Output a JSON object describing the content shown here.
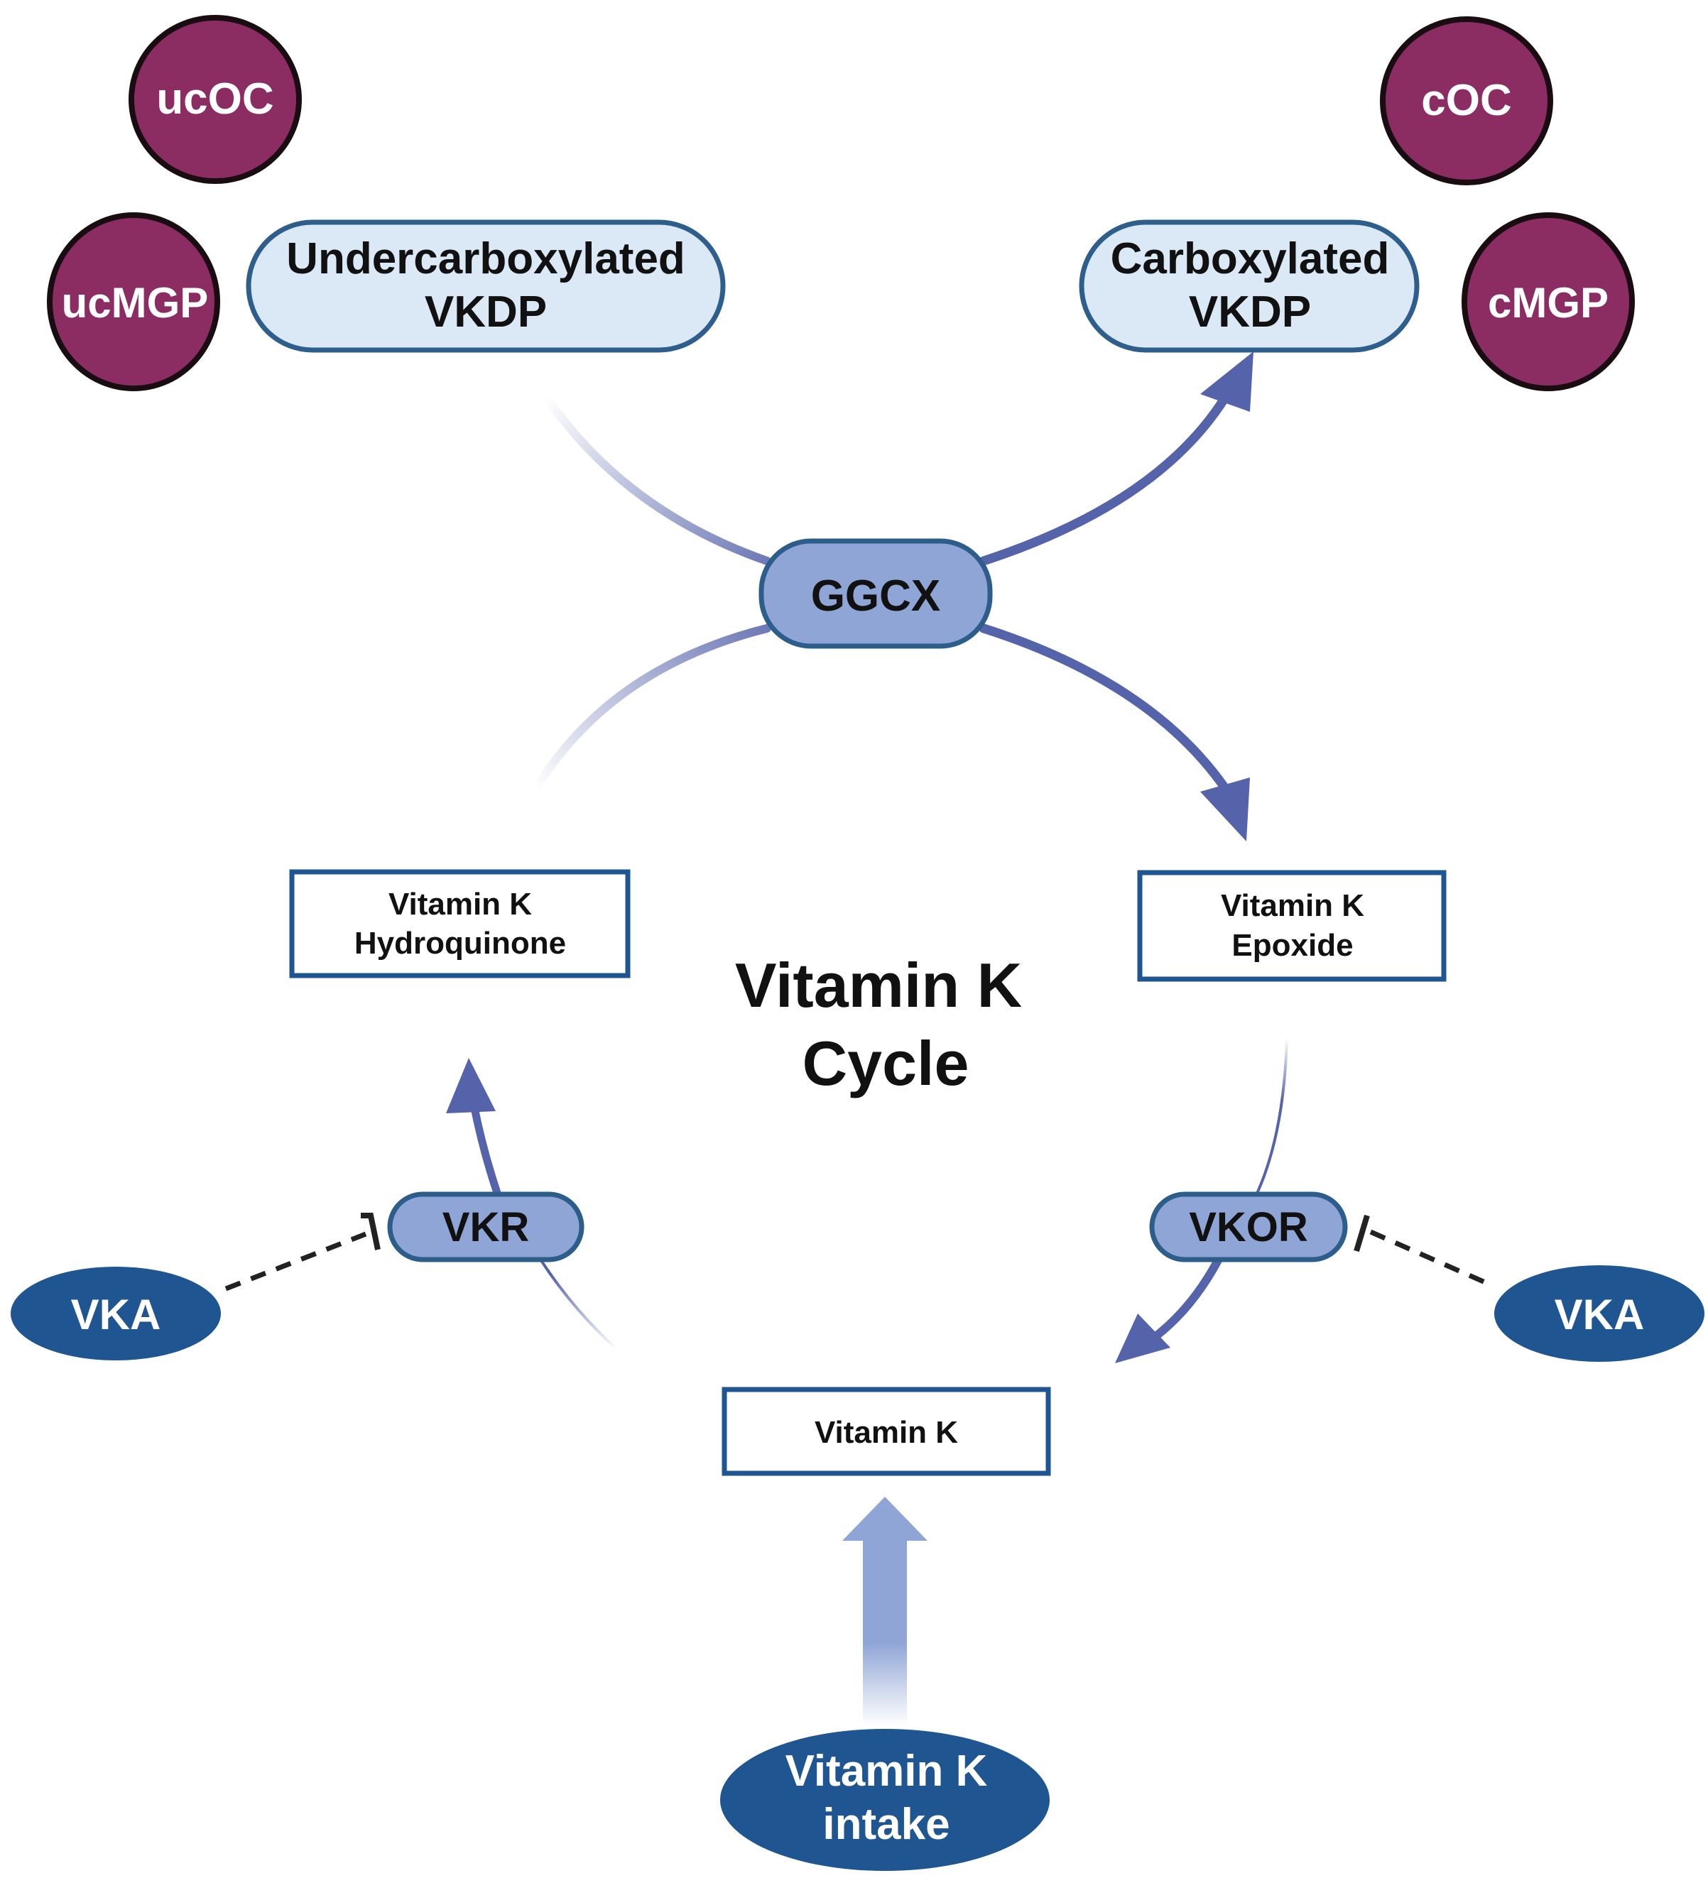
{
  "title": {
    "line1": "Vitamin K",
    "line2": "Cycle"
  },
  "proteins": {
    "ucOC": "ucOC",
    "ucMGP": "ucMGP",
    "cOC": "cOC",
    "cMGP": "cMGP"
  },
  "vkdp": {
    "under": {
      "line1": "Undercarboxylated",
      "line2": "VKDP"
    },
    "carbox": {
      "line1": "Carboxylated",
      "line2": "VKDP"
    }
  },
  "enzymes": {
    "ggcx": "GGCX",
    "vkr": "VKR",
    "vkor": "VKOR"
  },
  "compounds": {
    "hydroquinone": {
      "line1": "Vitamin K",
      "line2": "Hydroquinone"
    },
    "epoxide": {
      "line1": "Vitamin K",
      "line2": "Epoxide"
    },
    "vitamin_k": "Vitamin K"
  },
  "inhibitors": {
    "vka_left": "VKA",
    "vka_right": "VKA"
  },
  "intake": {
    "line1": "Vitamin K",
    "line2": "intake"
  },
  "colors": {
    "protein_fill": "#8b2c62",
    "vkdp_fill": "#dbe9f7",
    "vkdp_stroke": "#2e5f8c",
    "enzyme_fill": "#8fa5d6",
    "enzyme_stroke": "#2d5d8a",
    "arrow": "#5563aa",
    "box_stroke": "#1f5591",
    "dark_blue": "#1f5591"
  }
}
